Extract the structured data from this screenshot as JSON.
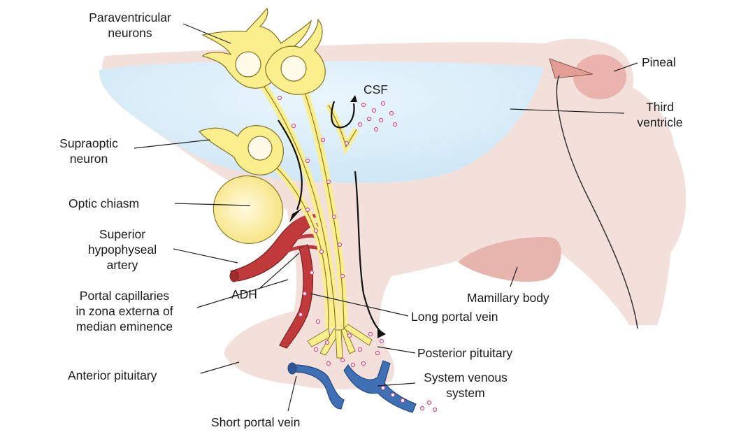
{
  "labels": {
    "paraventricular_neurons": [
      "Paraventricular",
      "neurons"
    ],
    "csf": "CSF",
    "pineal": "Pineal",
    "third_ventricle": [
      "Third",
      "ventricle"
    ],
    "supraoptic_neuron": [
      "Supraoptic",
      "neuron"
    ],
    "optic_chiasm": "Optic chiasm",
    "superior_hypophyseal_artery": [
      "Superior",
      "hypophyseal",
      "artery"
    ],
    "adh": "ADH",
    "portal_capillaries": [
      "Portal capillaries",
      "in zona externa of",
      "median eminence"
    ],
    "mamillary_body": "Mamillary body",
    "long_portal_vein": "Long portal vein",
    "posterior_pituitary": "Posterior pituitary",
    "anterior_pituitary": "Anterior pituitary",
    "system_venous_system": [
      "System venous",
      "system"
    ],
    "short_portal_vein": "Short portal vein"
  },
  "colors": {
    "brain_tissue": "#f3e0da",
    "ventricle": "#d4ebf8",
    "neuron_yellow": "#fbee8c",
    "neuron_outline": "#8a7a2a",
    "artery_red": "#c0393b",
    "vein_blue": "#3f6fb5",
    "pineal_pink": "#eab3ad",
    "granule_pink": "#e0457f"
  }
}
